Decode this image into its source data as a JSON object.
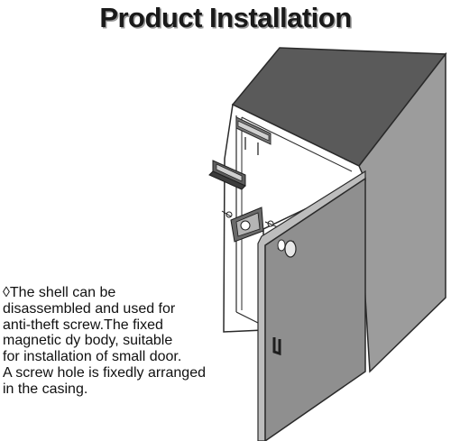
{
  "title": "Product Installation",
  "description": {
    "lines": [
      "◊The shell can be",
      "disassembled and used for",
      "anti-theft screw.The fixed",
      "magnetic dy body, suitable",
      "for installation of small door.",
      "A screw hole is fixedly arranged",
      "in the casing."
    ]
  },
  "colors": {
    "cabinet_top": "#5a5a5a",
    "cabinet_side": "#9c9c9c",
    "door_face": "#8f8f8f",
    "door_edge": "#bdbdbd",
    "interior": "#ffffff",
    "outline": "#2a2a2a"
  }
}
